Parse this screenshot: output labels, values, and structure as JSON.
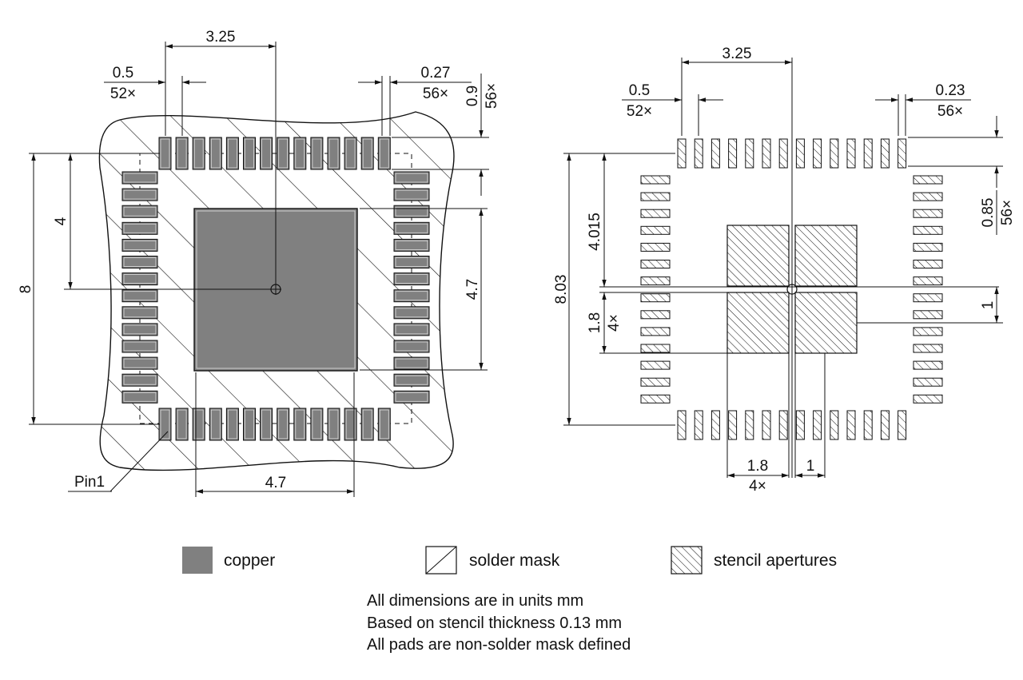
{
  "left_view": {
    "dim_top": "3.25",
    "pitch_value": "0.5",
    "pitch_count": "52×",
    "pad_width_value": "0.27",
    "pad_width_count": "56×",
    "pad_length_value": "0.9",
    "pad_length_count": "56×",
    "dim_half": "4",
    "dim_overall": "8",
    "dim_epad_height": "4.7",
    "dim_epad_width": "4.7",
    "pin1_label": "Pin1"
  },
  "right_view": {
    "dim_top": "3.25",
    "pitch_value": "0.5",
    "pitch_count": "52×",
    "pad_width_value": "0.23",
    "pad_width_count": "56×",
    "pad_length_value": "0.85",
    "pad_length_count": "56×",
    "dim_half": "4.015",
    "dim_overall": "8.03",
    "aperture_size_v_value": "1.8",
    "aperture_size_v_count": "4×",
    "aperture_gap_v": "1",
    "aperture_size_h_value": "1.8",
    "aperture_size_h_count": "4×",
    "aperture_gap_h": "1"
  },
  "legend": {
    "copper": "copper",
    "solder_mask": "solder mask",
    "stencil": "stencil apertures"
  },
  "notes": [
    "All dimensions are in units mm",
    "Based on stencil thickness 0.13 mm",
    "All pads are non-solder mask defined"
  ],
  "colors": {
    "copper": "#808080",
    "line": "#111111"
  }
}
